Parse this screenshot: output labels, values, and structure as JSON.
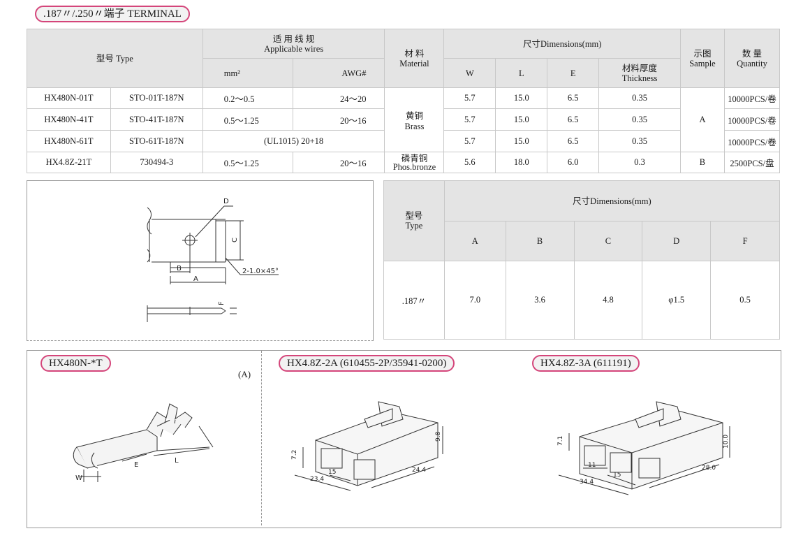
{
  "header": {
    "title": ".187〃/.250〃端子 TERMINAL"
  },
  "table1": {
    "type_header": "型号  Type",
    "wires_header_cn": "适 用 线 规",
    "wires_header_en": "Applicable wires",
    "wires_mm": "mm²",
    "wires_awg": "AWG#",
    "material_cn": "材 料",
    "material_en": "Material",
    "dims_header": "尺寸Dimensions(mm)",
    "w": "W",
    "l": "L",
    "e": "E",
    "thick_cn": "材料厚度",
    "thick_en": "Thickness",
    "sample_cn": "示图",
    "sample_en": "Sample",
    "qty_cn": "数  量",
    "qty_en": "Quantity",
    "rows": [
      {
        "model": "HX480N-01T",
        "alt": "STO-01T-187N",
        "mm": "0.2～0.5",
        "awg": "24～20",
        "w": "5.7",
        "l": "15.0",
        "e": "6.5",
        "t": "0.35",
        "qty": "10000PCS/卷"
      },
      {
        "model": "HX480N-41T",
        "alt": "STO-41T-187N",
        "mm": "0.5～1.25",
        "awg": "20～16",
        "w": "5.7",
        "l": "15.0",
        "e": "6.5",
        "t": "0.35",
        "qty": "10000PCS/卷"
      },
      {
        "model": "HX480N-61T",
        "alt": "STO-61T-187N",
        "ul": "(UL1015) 20+18",
        "w": "5.7",
        "l": "15.0",
        "e": "6.5",
        "t": "0.35",
        "qty": "10000PCS/卷"
      },
      {
        "model": "HX4.8Z-21T",
        "alt": "730494-3",
        "mm": "0.5～1.25",
        "awg": "20～16",
        "w": "5.6",
        "l": "18.0",
        "e": "6.0",
        "t": "0.3",
        "qty": "2500PCS/盘"
      }
    ],
    "brass_cn": "黄铜",
    "brass_en": "Brass",
    "phos_cn": "磷青铜",
    "phos_en": "Phos.bronze",
    "sample_a": "A",
    "sample_b": "B"
  },
  "drawing1": {
    "d": "D",
    "c": "C",
    "b": "B",
    "a": "A",
    "f": "F",
    "chamfer": "2-1.0×45°"
  },
  "table2": {
    "type_cn": "型号",
    "type_en": "Type",
    "dims_header": "尺寸Dimensions(mm)",
    "cols": [
      "A",
      "B",
      "C",
      "D",
      "F"
    ],
    "row": {
      "type": ".187〃",
      "values": [
        "7.0",
        "3.6",
        "4.8",
        "φ1.5",
        "0.5"
      ]
    }
  },
  "bottom": {
    "pill1": "HX480N-*T",
    "pill1_sample": "(A)",
    "pill2": "HX4.8Z-2A (610455-2P/35941-0200)",
    "pill3": "HX4.8Z-3A (611191)",
    "term_w": "W",
    "term_e": "E",
    "term_l": "L",
    "h2": {
      "h": "7.2",
      "w1": "23.4",
      "w2": "15",
      "w3": "24.4",
      "w4": "9.8"
    },
    "h3": {
      "h": "7.1",
      "w1": "11",
      "w2": "15",
      "w3": "34.4",
      "w4": "28.0",
      "w5": "10.0"
    }
  }
}
